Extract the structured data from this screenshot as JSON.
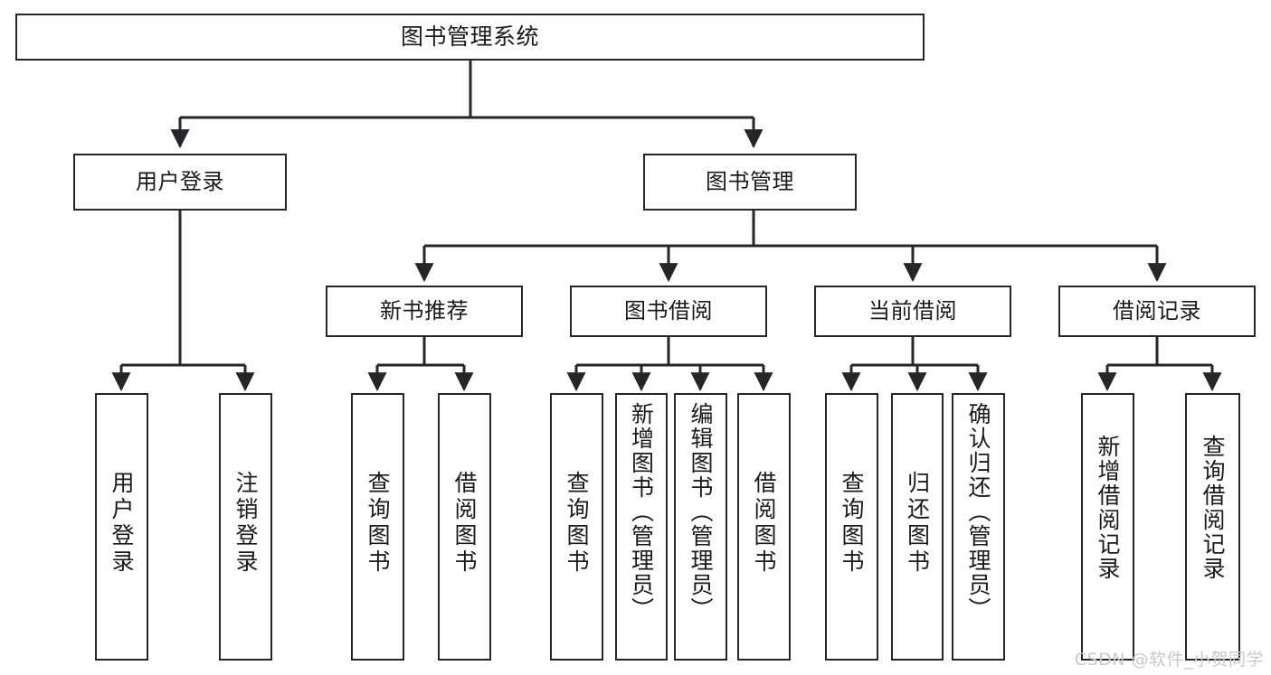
{
  "diagram": {
    "type": "tree-hierarchy",
    "title": "图书管理系统",
    "root": {
      "label": "图书管理系统"
    },
    "level1": [
      {
        "label": "用户登录"
      },
      {
        "label": "图书管理"
      }
    ],
    "level2": [
      {
        "label": "新书推荐"
      },
      {
        "label": "图书借阅"
      },
      {
        "label": "当前借阅"
      },
      {
        "label": "借阅记录"
      }
    ],
    "leaves": {
      "user_login": [
        {
          "label": "用户登录"
        },
        {
          "label": "注销登录"
        }
      ],
      "new_book_recommend": [
        {
          "label": "查询图书"
        },
        {
          "label": "借阅图书"
        }
      ],
      "book_borrow": [
        {
          "label": "查询图书"
        },
        {
          "label": "新增图书（管理员）"
        },
        {
          "label": "编辑图书（管理员）"
        },
        {
          "label": "借阅图书"
        }
      ],
      "current_borrow": [
        {
          "label": "查询图书"
        },
        {
          "label": "归还图书"
        },
        {
          "label": "确认归还（管理员）"
        }
      ],
      "borrow_record": [
        {
          "label": "新增借阅记录"
        },
        {
          "label": "查询借阅记录"
        }
      ]
    }
  },
  "watermark": {
    "text": "CSDN @软件_小贺同学"
  },
  "colors": {
    "stroke": "#26262a",
    "box_fill": "#ffffff",
    "text": "#1a1a1a",
    "watermark": "#c9c9c9"
  }
}
